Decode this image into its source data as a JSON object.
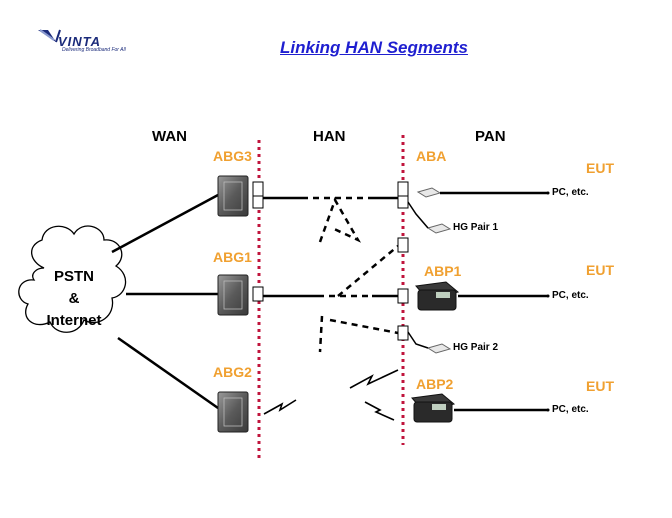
{
  "title": "Linking HAN Segments",
  "logo": {
    "wordmark": "VINTA",
    "tagline": "Delivering Broadband For All",
    "color": "#1a2a7a"
  },
  "zones": {
    "wan": "WAN",
    "han": "HAN",
    "pan": "PAN"
  },
  "cloud": {
    "line1": "PSTN",
    "line2": "&",
    "line3": "Internet"
  },
  "devices": {
    "abg3": "ABG3",
    "abg1": "ABG1",
    "abg2": "ABG2",
    "aba": "ABA",
    "abp1": "ABP1",
    "abp2": "ABP2"
  },
  "eut": {
    "top": "EUT",
    "middle": "EUT",
    "bottom": "EUT"
  },
  "pc": {
    "top": "PC, etc.",
    "middle": "PC, etc.",
    "bottom": "PC, etc."
  },
  "hg": {
    "pair1": "HG Pair 1",
    "pair2": "HG Pair 2"
  },
  "colors": {
    "title": "#1f1fd0",
    "device_label": "#f0a030",
    "boundary": "#c0143c",
    "line": "#000000"
  }
}
